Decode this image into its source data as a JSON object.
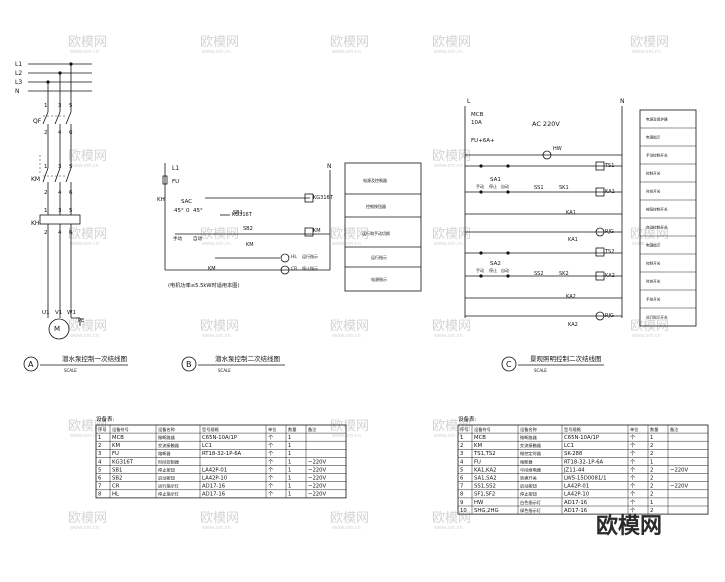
{
  "diagram_a": {
    "letter": "A",
    "title": "潜水泵控制一次结线图",
    "scale": "SCALE",
    "bus_labels": [
      "L1",
      "L2",
      "L3",
      "N"
    ],
    "device_labels": [
      "QF",
      "KM",
      "KH"
    ],
    "terminal_numbers": [
      "1",
      "3",
      "5",
      "2",
      "4",
      "6",
      "1",
      "3",
      "5",
      "2",
      "4",
      "6",
      "1",
      "3",
      "5",
      "2",
      "4",
      "6"
    ],
    "motor_terminals": [
      "U1",
      "V1",
      "W1"
    ],
    "motor_label": "M",
    "pe_label": "PE"
  },
  "diagram_b": {
    "letter": "B",
    "title": "潜水泵控制二次结线图",
    "scale": "SCALE",
    "note": "(电机功率≤5.5kW时适用本图)",
    "left_labels": [
      "L1",
      "FU",
      "KH",
      "SAC",
      "手动",
      "自动"
    ],
    "angle_labels": [
      "45°",
      "0",
      "45°"
    ],
    "component_labels": [
      "KG316T",
      "SB1",
      "SB2",
      "KM",
      "KG316T",
      "KM",
      "KM",
      "HL",
      "CR"
    ],
    "lamp_notes": [
      "运行指示",
      "停止指示"
    ],
    "right_label": "N",
    "legend": [
      "电源及控制器",
      "控制按钮器",
      "运行和手动切换",
      "运行指示",
      "电源指示"
    ]
  },
  "diagram_c": {
    "letter": "C",
    "title": "景观照明控制二次结线图",
    "scale": "SCALE",
    "top_labels": [
      "L",
      "N",
      "MCB",
      "10A",
      "FU+6A+",
      "AC 220V",
      "HW"
    ],
    "group1": [
      "SA1",
      "手动",
      "停止",
      "自动",
      "SS1",
      "SK1",
      "TS1",
      "KA1",
      "KA1",
      "KA1",
      "RJG"
    ],
    "group2": [
      "SA2",
      "手动",
      "停止",
      "自动",
      "SS2",
      "SK2",
      "TS2",
      "KA2",
      "KA2",
      "KA2",
      "RJG"
    ],
    "legend": [
      "电源及保护器",
      "电源指示",
      "手动控制开关",
      "控制开关",
      "时控开关",
      "按钮控制开关",
      "自动控制开关",
      "电源指示",
      "控制开关",
      "时控开关",
      "手控开关",
      "运行指示开关"
    ]
  },
  "table_left": {
    "caption": "设备表:",
    "headers": [
      "序号",
      "设备符号",
      "设备名称",
      "型号规格",
      "单位",
      "数量",
      "备注"
    ],
    "rows": [
      [
        "1",
        "MCB",
        "微断路器",
        "C65N-10A/1P",
        "个",
        "1",
        ""
      ],
      [
        "2",
        "KM",
        "交流接触器",
        "LC1",
        "个",
        "1",
        ""
      ],
      [
        "3",
        "FU",
        "熔断器",
        "RT18-32-1P-6A",
        "个",
        "1",
        ""
      ],
      [
        "4",
        "KG316T",
        "时间控制器",
        "",
        "个",
        "1",
        "~220V"
      ],
      [
        "5",
        "SB1",
        "停止按钮",
        "LA42P-01",
        "个",
        "1",
        "~220V"
      ],
      [
        "6",
        "SB2",
        "启动按钮",
        "LA42P-10",
        "个",
        "1",
        "~220V"
      ],
      [
        "7",
        "CR",
        "运行指示灯",
        "AD17-16",
        "个",
        "1",
        "~220V"
      ],
      [
        "8",
        "HL",
        "停止指示灯",
        "AD17-16",
        "个",
        "1",
        "~220V"
      ]
    ]
  },
  "table_right": {
    "caption": "设备表:",
    "headers": [
      "序号",
      "设备符号",
      "设备名称",
      "型号规格",
      "单位",
      "数量",
      "备注"
    ],
    "rows": [
      [
        "1",
        "MCB",
        "微断路器",
        "C65N-10A/1P",
        "个",
        "1",
        ""
      ],
      [
        "2",
        "KM",
        "交流接触器",
        "LC1",
        "个",
        "2",
        ""
      ],
      [
        "3",
        "TS1,TS2",
        "微控定时器",
        "SK-288",
        "个",
        "2",
        ""
      ],
      [
        "4",
        "FU",
        "熔断器",
        "RT18-32-1P-6A",
        "个",
        "1",
        ""
      ],
      [
        "5",
        "KA1,KA2",
        "中间继电器",
        "JZ11-44",
        "个",
        "2",
        "~220V"
      ],
      [
        "6",
        "SA1,SA2",
        "转换开关",
        "LW5-15D0081/1",
        "个",
        "2",
        ""
      ],
      [
        "7",
        "SS1,SS2",
        "启动按钮",
        "LA42P-01",
        "个",
        "2",
        "~220V"
      ],
      [
        "8",
        "SF1,SF2",
        "停止按钮",
        "LA42P-10",
        "个",
        "2",
        ""
      ],
      [
        "9",
        "HW",
        "白色指示灯",
        "AD17-16",
        "个",
        "1",
        ""
      ],
      [
        "10",
        "SHG,2HG",
        "绿色指示灯",
        "AD17-16",
        "个",
        "2",
        ""
      ]
    ]
  },
  "watermark": {
    "text": "欧模网",
    "url": "www.om.cn",
    "logo_text": "欧模网"
  }
}
